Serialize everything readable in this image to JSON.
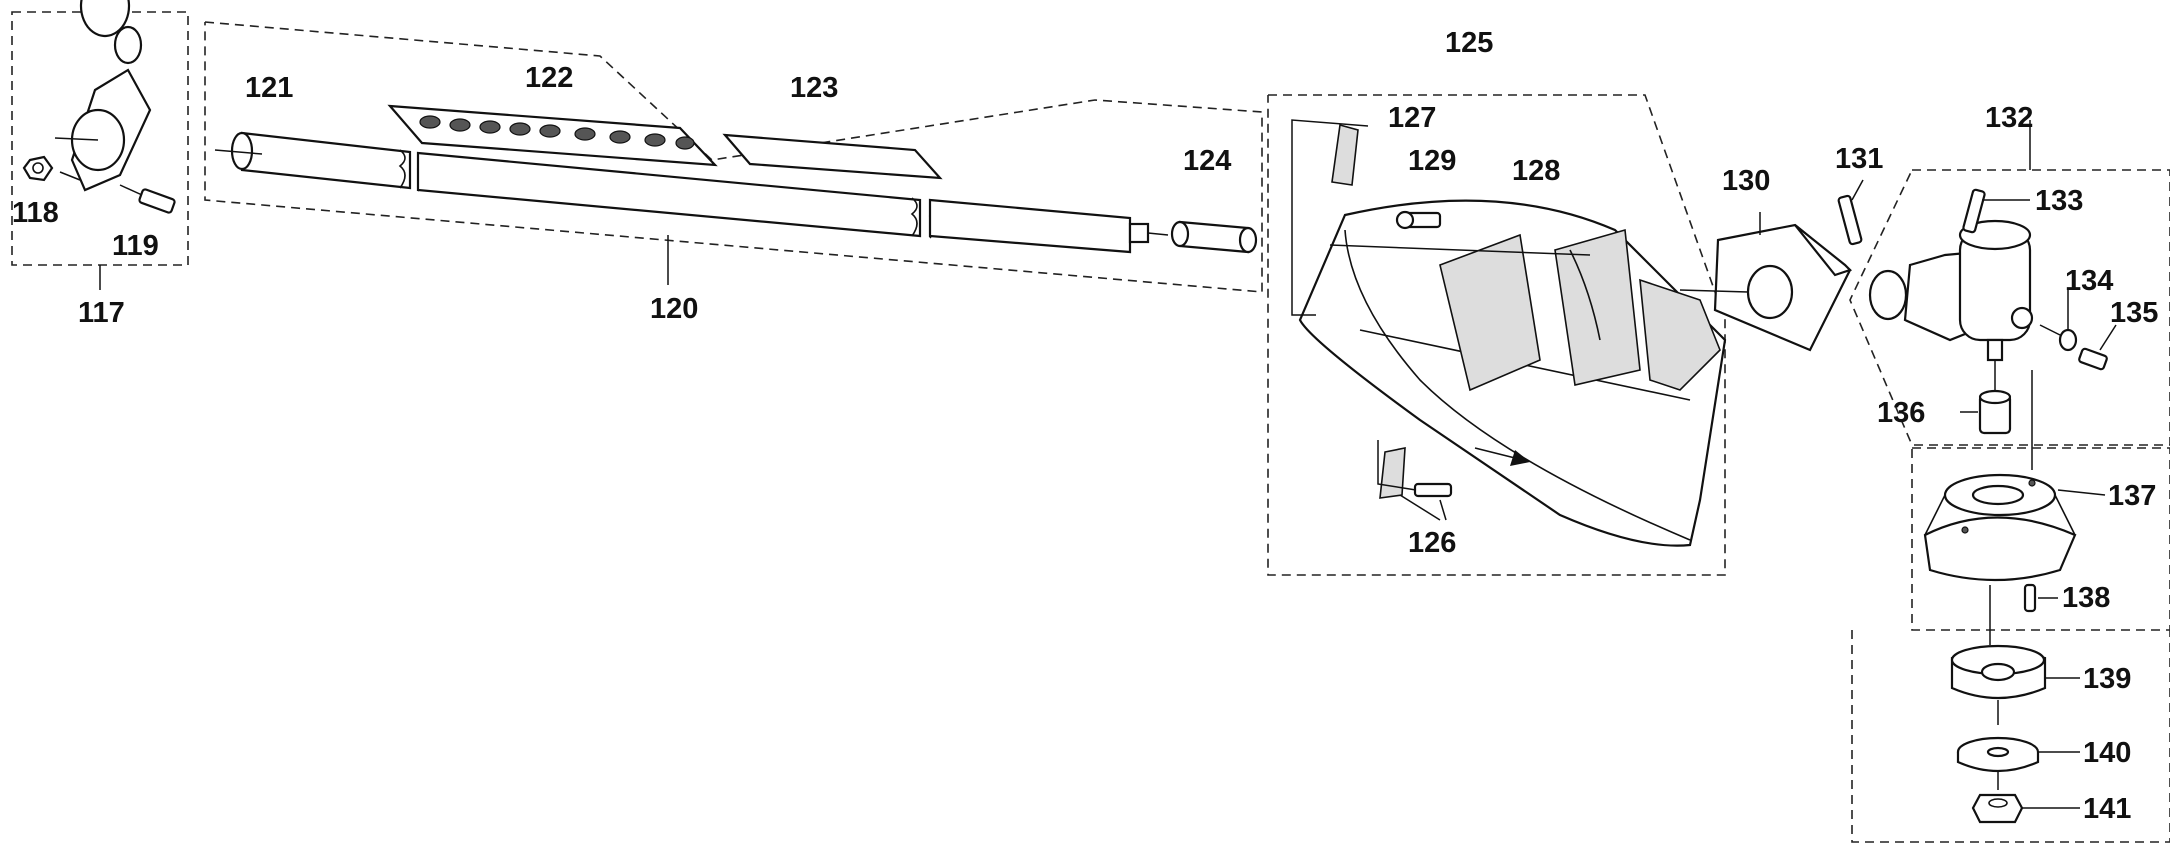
{
  "callouts": {
    "c117": "117",
    "c118": "118",
    "c119": "119",
    "c120": "120",
    "c121": "121",
    "c122": "122",
    "c123": "123",
    "c124": "124",
    "c125": "125",
    "c126": "126",
    "c127": "127",
    "c128": "128",
    "c129": "129",
    "c130": "130",
    "c131": "131",
    "c132": "132",
    "c133": "133",
    "c134": "134",
    "c135": "135",
    "c136": "136",
    "c137": "137",
    "c138": "138",
    "c139": "139",
    "c140": "140",
    "c141": "141"
  },
  "colors": {
    "line": "#111111",
    "background": "#ffffff",
    "fill_light": "#dddddd"
  }
}
